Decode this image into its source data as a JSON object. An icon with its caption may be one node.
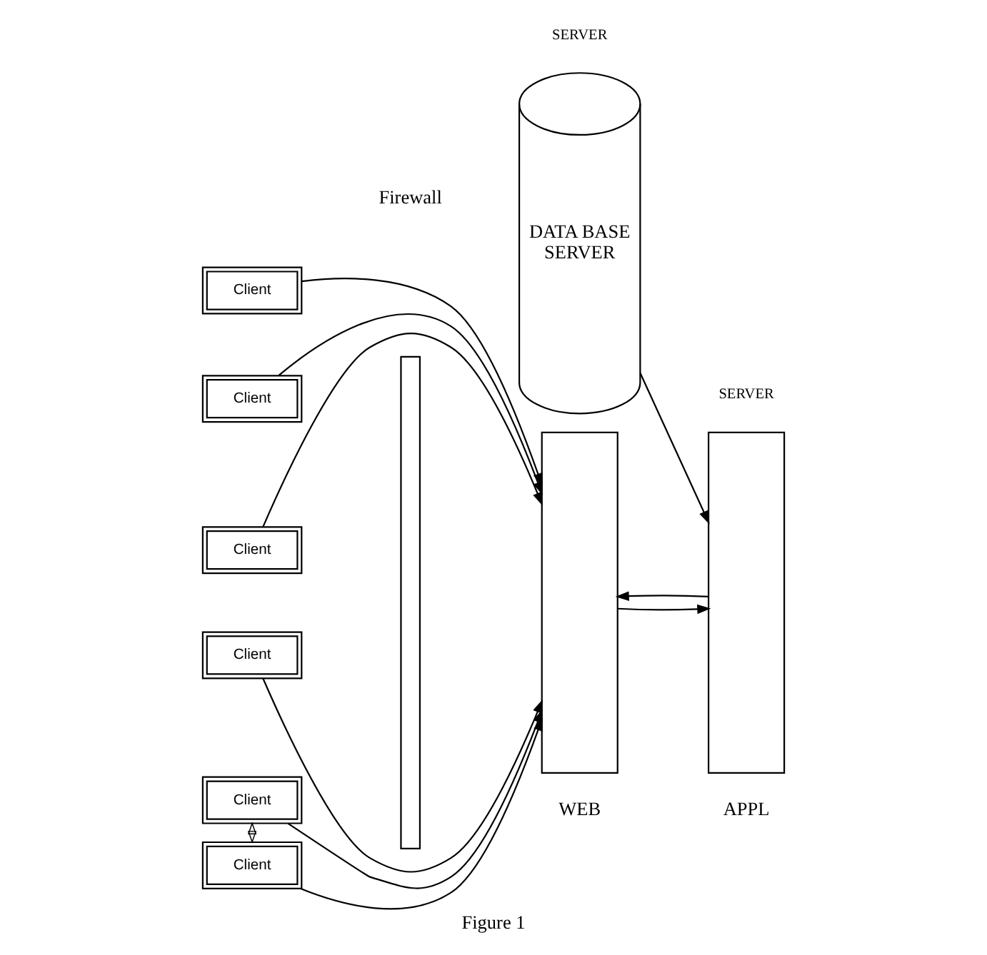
{
  "diagram": {
    "caption": "Figure 1",
    "nodes": [
      {
        "text": [
          "Client"
        ]
      },
      {
        "text": [
          "Client"
        ]
      },
      {
        "text": [
          "Client"
        ]
      },
      {
        "text": [
          "Client"
        ]
      },
      {
        "text": [
          "Client"
        ]
      },
      {
        "text": [
          "Client"
        ]
      },
      {
        "text": [],
        "shape": "bar"
      },
      {
        "text": [],
        "shape": "box"
      },
      {
        "text": [],
        "shape": "box"
      },
      {
        "text": [
          "DATA BASE",
          "SERVER"
        ]
      }
    ],
    "edges": [
      {
        "from": 0,
        "to": 7,
        "arrow": "to"
      },
      {
        "from": 1,
        "to": 7,
        "arrow": "to"
      },
      {
        "from": 2,
        "to": 7,
        "arrow": "to"
      },
      {
        "from": 3,
        "to": 7,
        "arrow": "to"
      },
      {
        "from": 4,
        "to": 7,
        "arrow": "to"
      },
      {
        "from": 5,
        "to": 7,
        "arrow": "to"
      },
      {
        "from": 4,
        "to": 5,
        "arrow": "both"
      },
      {
        "from": 7,
        "to": 8,
        "arrow": "to"
      },
      {
        "from": 8,
        "to": 7,
        "arrow": "to"
      },
      {
        "from": 9,
        "to": 8,
        "arrow": "to"
      }
    ],
    "labels": [
      "Firewall",
      "WEB",
      "APPL",
      "SERVER",
      "SERVER"
    ]
  }
}
